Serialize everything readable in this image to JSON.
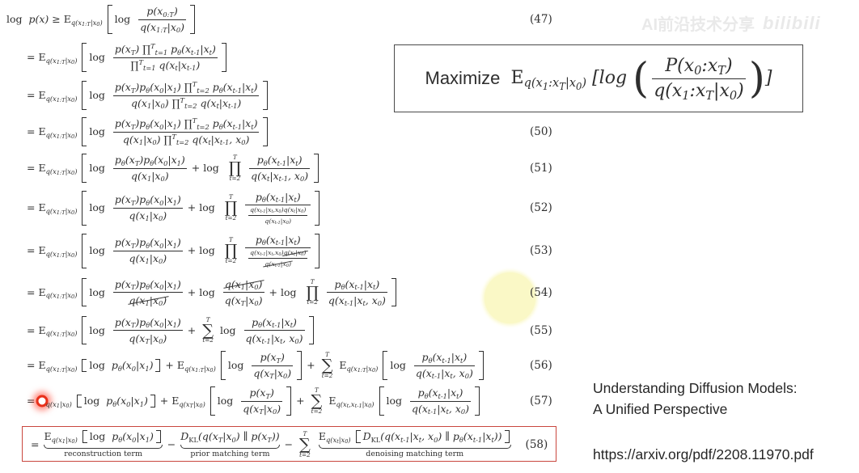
{
  "watermark": {
    "text": "AI前沿技术分享",
    "logo": "bilibili"
  },
  "objective_box": {
    "formula": "\\s{Maximize } \\r{E}_{q(x_{1}:x_{T}|x_{0})} [log \\p{\\f{P(x_{0}:x_{T})}{q(x_{1}:x_{T}|x_{0})}}]"
  },
  "equations": [
    {
      "num": "(47)",
      "tex": "\\r{log } p(x) ≥ \\r{E}_{q(x_{1:T}|x_{0})} \\b{\\r{log } \\f{p(x_{0:T})}{q(x_{1:T}|x_{0})}}"
    },
    {
      "num": "",
      "tex": "= \\r{E}_{q(x_{1:T}|x_{0})} \\b{\\r{log } \\f{p(x_{T}) ∏^{T}_{t=1} p_{θ}(x_{t-1}|x_{t})}{∏^{T}_{t=1} q(x_{t}|x_{t-1})}}"
    },
    {
      "num": "",
      "tex": "= \\r{E}_{q(x_{1:T}|x_{0})} \\b{\\r{log } \\f{p(x_{T})p_{θ}(x_{0}|x_{1}) ∏^{T}_{t=2} p_{θ}(x_{t-1}|x_{t})}{q(x_{1}|x_{0}) ∏^{T}_{t=2} q(x_{t}|x_{t-1})}}"
    },
    {
      "num": "(50)",
      "tex": "= \\r{E}_{q(x_{1:T}|x_{0})} \\b{\\r{log } \\f{p(x_{T})p_{θ}(x_{0}|x_{1}) ∏^{T}_{t=2} p_{θ}(x_{t-1}|x_{t})}{q(x_{1}|x_{0}) ∏^{T}_{t=2} q(x_{t}|x_{t-1}, x_{0})}}"
    },
    {
      "num": "(51)",
      "tex": "= \\r{E}_{q(x_{1:T}|x_{0})} \\b{\\r{log } \\f{p_{θ}(x_{T})p_{θ}(x_{0}|x_{1})}{q(x_{1}|x_{0})} + \\r{log } \\P{t=2}{T} \\f{p_{θ}(x_{t-1}|x_{t})}{q(x_{t}|x_{t-1}, x_{0})}}"
    },
    {
      "num": "(52)",
      "tex": "= \\r{E}_{q(x_{1:T}|x_{0})} \\b{\\r{log } \\f{p(x_{T})p_{θ}(x_{0}|x_{1})}{q(x_{1}|x_{0})} + \\r{log } \\P{t=2}{T} \\f{p_{θ}(x_{t-1}|x_{t})}{\\f{q(x_{t-1}|x_{t},x_{0})q(x_{t}|x_{0})}{q(x_{t-1}|x_{0})}}}"
    },
    {
      "num": "(53)",
      "tex": "= \\r{E}_{q(x_{1:T}|x_{0})} \\b{\\r{log } \\f{p(x_{T})p_{θ}(x_{0}|x_{1})}{q(x_{1}|x_{0})} + \\r{log } \\P{t=2}{T} \\f{p_{θ}(x_{t-1}|x_{t})}{\\f{q(x_{t-1}|x_{t},x_{0})\\x{q(x_{t}|x_{0})}}{\\x{q(x_{t-1}|x_{0})}}}}"
    },
    {
      "num": "(54)",
      "tex": "= \\r{E}_{q(x_{1:T}|x_{0})} \\b{\\r{log } \\f{p(x_{T})p_{θ}(x_{0}|x_{1})}{\\x{q(x_{1}|x_{0})}} + \\r{log } \\f{\\x{q(x_{1}|x_{0})}}{q(x_{T}|x_{0})} + \\r{log } \\P{t=2}{T} \\f{p_{θ}(x_{t-1}|x_{t})}{q(x_{t-1}|x_{t}, x_{0})}}"
    },
    {
      "num": "(55)",
      "tex": "= \\r{E}_{q(x_{1:T}|x_{0})} \\b{\\r{log } \\f{p(x_{T})p_{θ}(x_{0}|x_{1})}{q(x_{T}|x_{0})} + \\S{t=2}{T} \\r{log } \\f{p_{θ}(x_{t-1}|x_{t})}{q(x_{t-1}|x_{t}, x_{0})}}"
    },
    {
      "num": "(56)",
      "tex": "= \\r{E}_{q(x_{1:T}|x_{0})} \\b{\\r{log } p_{θ}(x_{0}|x_{1})} + \\r{E}_{q(x_{1:T}|x_{0})} \\b{\\r{log } \\f{p(x_{T})}{q(x_{T}|x_{0})}} + \\S{t=2}{T} \\r{E}_{q(x_{1:T}|x_{0})} \\b{\\r{log } \\f{p_{θ}(x_{t-1}|x_{t})}{q(x_{t-1}|x_{t}, x_{0})}}"
    },
    {
      "num": "(57)",
      "tex": "= \\L{\\r{E}}_{q(x_{1}|x_{0})} \\b{\\r{log } p_{θ}(x_{0}|x_{1})} + \\r{E}_{q(x_{T}|x_{0})} \\b{\\r{log } \\f{p(x_{T})}{q(x_{T}|x_{0})}} + \\S{t=2}{T} \\r{E}_{q(x_{t},x_{t-1}|x_{0})} \\b{\\r{log } \\f{p_{θ}(x_{t-1}|x_{t})}{q(x_{t-1}|x_{t}, x_{0})}}"
    },
    {
      "num": "(58)",
      "boxed": true,
      "tex": "= \\u{\\r{E}_{q(x_{1}|x_{0})} \\b{\\r{log } p_{θ}(x_{0}|x_{1})}}{reconstruction term} − \\u{D_{\\r{KL}}(q(x_{T}|x_{0}) ∥ p(x_{T}))}{prior matching term} − \\S{t=2}{T} \\u{\\r{E}_{q(x_{t}|x_{0})} \\b{D_{\\r{KL}}(q(x_{t-1}|x_{t}, x_{0}) ∥ p_{θ}(x_{t-1}|x_{t}))}}{denoising matching term}"
    }
  ],
  "reference": {
    "title_line1": "Understanding Diffusion Models:",
    "title_line2": "A Unified Perspective",
    "url": "https://arxiv.org/pdf/2208.11970.pdf"
  },
  "annotations": {
    "highlight_circle_color": "#FAF8C6",
    "laser_pointer_color": "#E8301A",
    "eq58_box_color": "#C9463E",
    "objective_box_border_color": "#4A4A4A"
  }
}
